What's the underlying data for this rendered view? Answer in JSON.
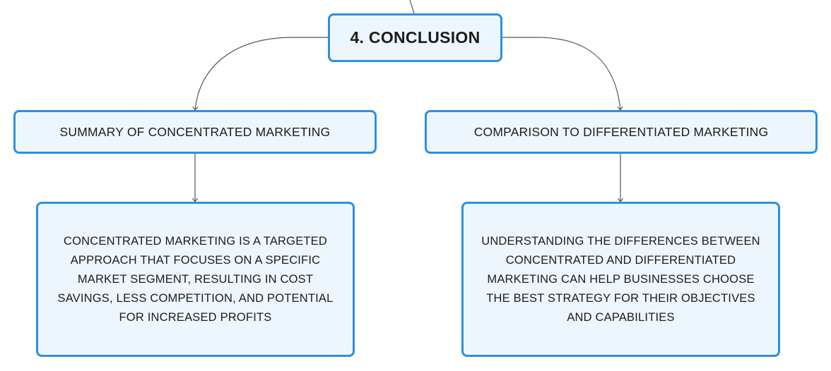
{
  "diagram": {
    "root": {
      "label": "4. CONCLUSION"
    },
    "branches": [
      {
        "label": "SUMMARY OF CONCENTRATED MARKETING",
        "detail": "CONCENTRATED MARKETING IS A TARGETED APPROACH THAT FOCUSES ON A SPECIFIC MARKET SEGMENT, RESULTING IN COST SAVINGS, LESS COMPETITION, AND POTENTIAL FOR INCREASED PROFITS"
      },
      {
        "label": "COMPARISON TO DIFFERENTIATED MARKETING",
        "detail": "UNDERSTANDING THE DIFFERENCES BETWEEN CONCENTRATED AND DIFFERENTIATED MARKETING CAN HELP BUSINESSES CHOOSE THE BEST STRATEGY FOR THEIR OBJECTIVES AND CAPABILITIES"
      }
    ],
    "colors": {
      "node_border": "#2f8fe0",
      "node_fill": "#eef6fd",
      "connector": "#555555",
      "text": "#1c1c1c"
    }
  }
}
